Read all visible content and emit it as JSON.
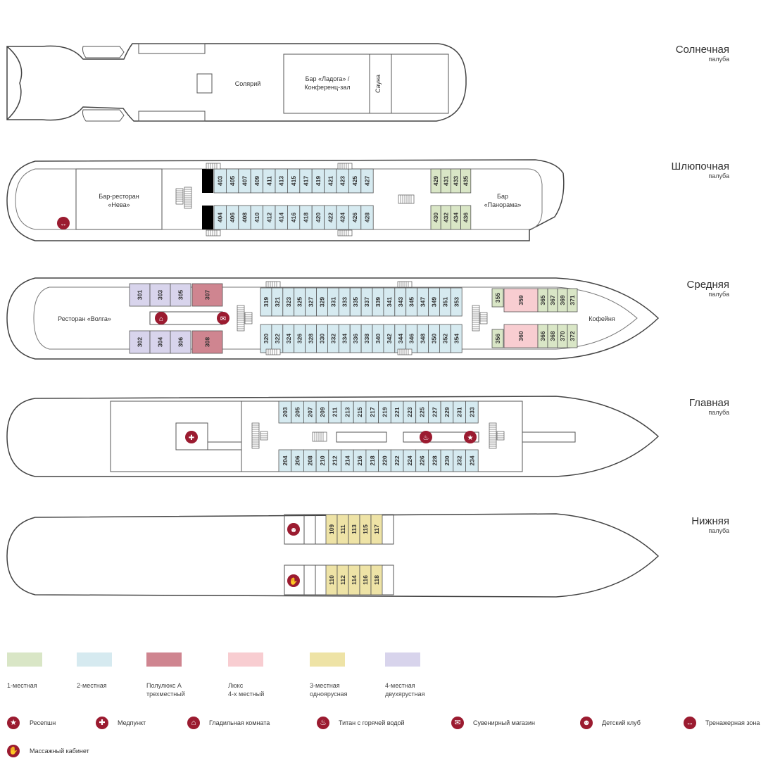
{
  "decks": [
    {
      "title": "Солнечная",
      "subtitle": "палуба"
    },
    {
      "title": "Шлюпочная",
      "subtitle": "палуба"
    },
    {
      "title": "Средняя",
      "subtitle": "палуба"
    },
    {
      "title": "Главная",
      "subtitle": "палуба"
    },
    {
      "title": "Нижняя",
      "subtitle": "палуба"
    }
  ],
  "rooms": {
    "sun": {
      "solarium": "Солярий",
      "bar_l1": "Бар «Ладога» /",
      "bar_l2": "Конференц-зал",
      "sauna": "Сауна"
    },
    "boat": {
      "bar_l1": "Бар-ресторан",
      "bar_l2": "«Нева»",
      "pan_l1": "Бар",
      "pan_l2": "«Панорама»"
    },
    "middle": {
      "restaurant": "Ресторан «Волга»",
      "cafe": "Кофейня"
    }
  },
  "cabins": {
    "boat_top": [
      "403",
      "405",
      "407",
      "409",
      "411",
      "413",
      "415",
      "417",
      "419",
      "421",
      "423",
      "425",
      "427"
    ],
    "boat_bottom": [
      "404",
      "406",
      "408",
      "410",
      "412",
      "414",
      "416",
      "418",
      "420",
      "422",
      "424",
      "426",
      "428"
    ],
    "boat_right_top": [
      "429",
      "431",
      "433",
      "435"
    ],
    "boat_right_bottom": [
      "430",
      "432",
      "434",
      "436"
    ],
    "mid_left_top": [
      "301",
      "303",
      "305"
    ],
    "mid_left_bottom": [
      "302",
      "304",
      "306"
    ],
    "mid_suite_top": "307",
    "mid_suite_bottom": "308",
    "mid_top": [
      "319",
      "321",
      "323",
      "325",
      "327",
      "329",
      "331",
      "333",
      "335",
      "337",
      "339",
      "341",
      "343",
      "345",
      "347",
      "349",
      "351",
      "353"
    ],
    "mid_bottom": [
      "320",
      "322",
      "324",
      "326",
      "328",
      "330",
      "332",
      "334",
      "336",
      "338",
      "340",
      "342",
      "344",
      "346",
      "348",
      "350",
      "352",
      "354"
    ],
    "mid_single_top": "355",
    "mid_single_bottom": "356",
    "mid_lux_top": "359",
    "mid_lux_bottom": "360",
    "mid_right_top": [
      "365",
      "367",
      "369",
      "371"
    ],
    "mid_right_bottom": [
      "366",
      "368",
      "370",
      "372"
    ],
    "main_top": [
      "203",
      "205",
      "207",
      "209",
      "211",
      "213",
      "215",
      "217",
      "219",
      "221",
      "223",
      "225",
      "227",
      "229",
      "231",
      "233"
    ],
    "main_bottom": [
      "204",
      "206",
      "208",
      "210",
      "212",
      "214",
      "216",
      "218",
      "220",
      "222",
      "224",
      "226",
      "228",
      "230",
      "232",
      "234"
    ],
    "lower_top": [
      "109",
      "111",
      "113",
      "115",
      "117"
    ],
    "lower_bottom": [
      "110",
      "112",
      "114",
      "116",
      "118"
    ]
  },
  "colors": {
    "single": "#d9e6c6",
    "double": "#d6eaf0",
    "junior": "#cf8590",
    "lux": "#f8cdd1",
    "triple": "#eee3a6",
    "quad": "#d8d4ec",
    "icon": "#9b1b30"
  },
  "legend": [
    {
      "label": "1-местная",
      "color": "#d9e6c6"
    },
    {
      "label": "2-местная",
      "color": "#d6eaf0"
    },
    {
      "label": "Полулюкс А\nтрехместный",
      "color": "#cf8590"
    },
    {
      "label": "Люкс\n4-х местный",
      "color": "#f8cdd1"
    },
    {
      "label": "3-местная\nодноярусная",
      "color": "#eee3a6"
    },
    {
      "label": "4-местная\nдвухярустная",
      "color": "#d8d4ec"
    }
  ],
  "amenities": [
    {
      "label": "Ресепшн",
      "icon": "star-icon",
      "glyph": "★"
    },
    {
      "label": "Медпункт",
      "icon": "medical-cross-icon",
      "glyph": "✚"
    },
    {
      "label": "Гладильная комната",
      "icon": "iron-icon",
      "glyph": "⌂"
    },
    {
      "label": "Титан с горячей водой",
      "icon": "kettle-icon",
      "glyph": "♨"
    },
    {
      "label": "Сувенирный магазин",
      "icon": "gift-icon",
      "glyph": "✉"
    },
    {
      "label": "Детский клуб",
      "icon": "teddy-bear-icon",
      "glyph": "☻"
    },
    {
      "label": "Тренажерная зона",
      "icon": "dumbbell-icon",
      "glyph": "↔"
    },
    {
      "label": "Массажный кабинет",
      "icon": "hand-icon",
      "glyph": "✋"
    }
  ]
}
